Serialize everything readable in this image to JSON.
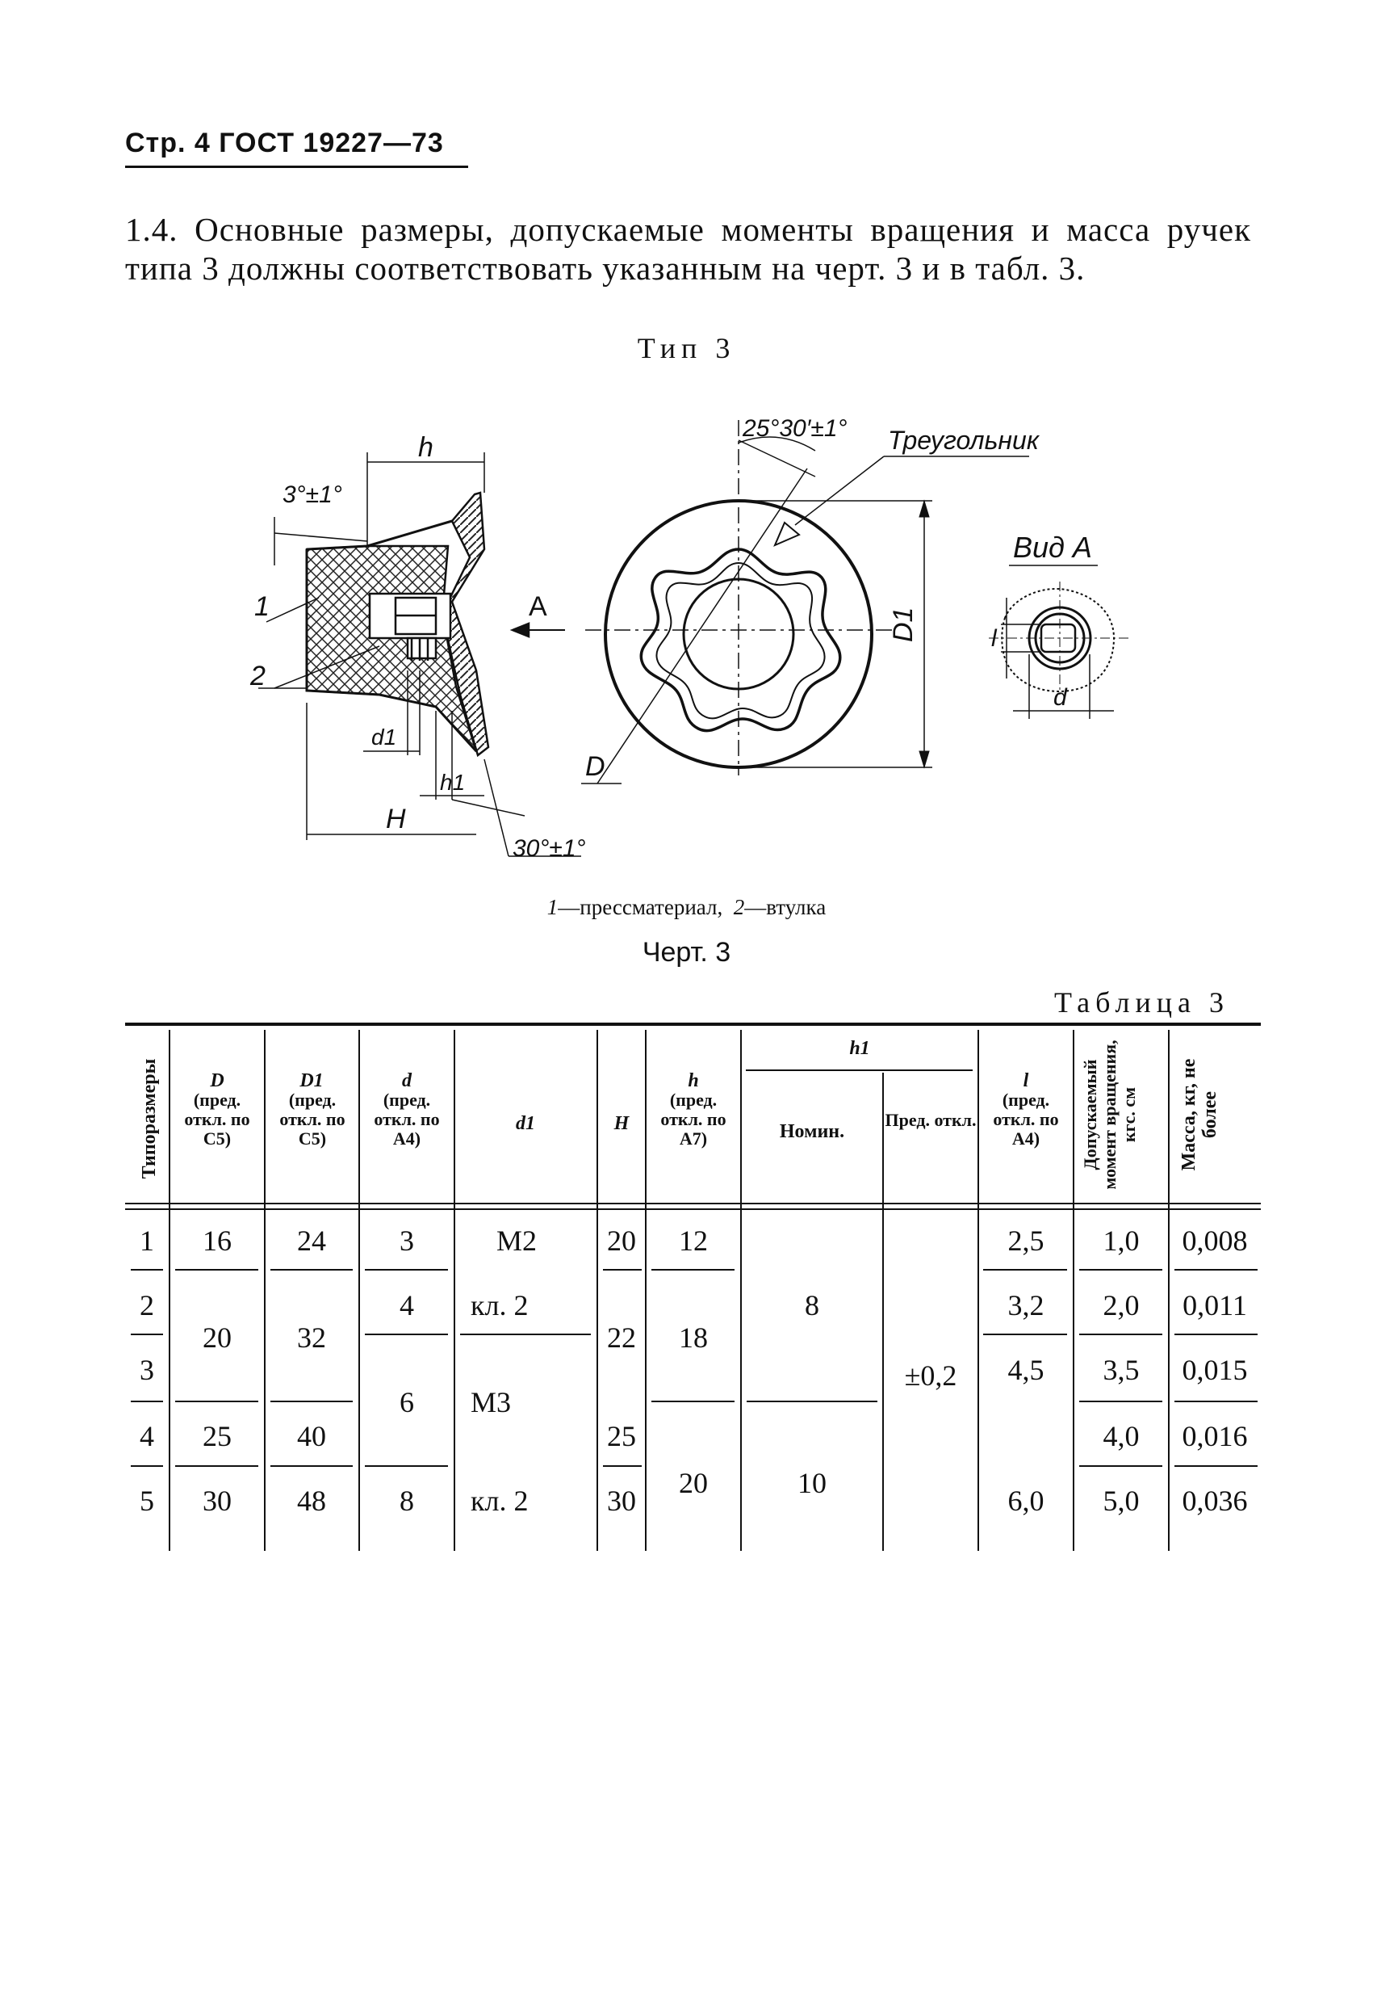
{
  "page_header": "Стр. 4 ГОСТ 19227—73",
  "paragraph": "1.4. Основные размеры, допускаемые моменты вращения и масса ручек типа 3 должны соответствовать указанным на черт. 3 и в табл. 3.",
  "type_label": "Тип 3",
  "drawing": {
    "dim_h": "h",
    "angle_3": "3°±1°",
    "callout_1": "1",
    "callout_2": "2",
    "view_arrow": "A",
    "dim_d1_small": "d1",
    "dim_h1": "h1",
    "dim_H": "H",
    "angle_30": "30°±1°",
    "angle_25": "25°30′±1°",
    "triangle_label": "Треугольник",
    "dim_D": "D",
    "dim_D1": "D1",
    "view_a_label": "Вид А",
    "dim_l": "l",
    "dim_d": "d"
  },
  "caption_italic_1": "1",
  "caption_text_1": "—прессматериал,",
  "caption_italic_2": "2",
  "caption_text_2": "—втулка",
  "chert": "Черт. 3",
  "table_title": "Таблица 3",
  "table": {
    "headers": {
      "tiporazmery": "Типоразмеры",
      "D": "D",
      "D_sub": "(пред. откл. по C5)",
      "D1": "D1",
      "D1_sub": "(пред. откл. по C5)",
      "d": "d",
      "d_sub": "(пред. откл. по A4)",
      "d1": "d1",
      "H": "H",
      "h": "h",
      "h_sub": "(пред. откл. по A7)",
      "h1": "h1",
      "h1_nom": "Номин.",
      "h1_pred": "Пред. откл.",
      "l": "l",
      "l_sub": "(пред. откл. по A4)",
      "moment": "Допускаемый момент вращения, кгс. см",
      "massa": "Масса, кг, не более"
    },
    "tiporazmer": [
      "1",
      "2",
      "3",
      "4",
      "5"
    ],
    "D": [
      "16",
      "20",
      "25",
      "30"
    ],
    "D1": [
      "24",
      "32",
      "40",
      "48"
    ],
    "d": [
      "3",
      "4",
      "6",
      "8"
    ],
    "d1": [
      "M2",
      "кл. 2",
      "M3",
      "кл. 2"
    ],
    "H": [
      "20",
      "22",
      "25",
      "30"
    ],
    "h": [
      "12",
      "18",
      "20"
    ],
    "h1_nom": [
      "8",
      "10"
    ],
    "h1_pred": "±0,2",
    "l": [
      "2,5",
      "3,2",
      "4,5",
      "6,0"
    ],
    "moment": [
      "1,0",
      "2,0",
      "3,5",
      "4,0",
      "5,0"
    ],
    "massa": [
      "0,008",
      "0,011",
      "0,015",
      "0,016",
      "0,036"
    ]
  }
}
